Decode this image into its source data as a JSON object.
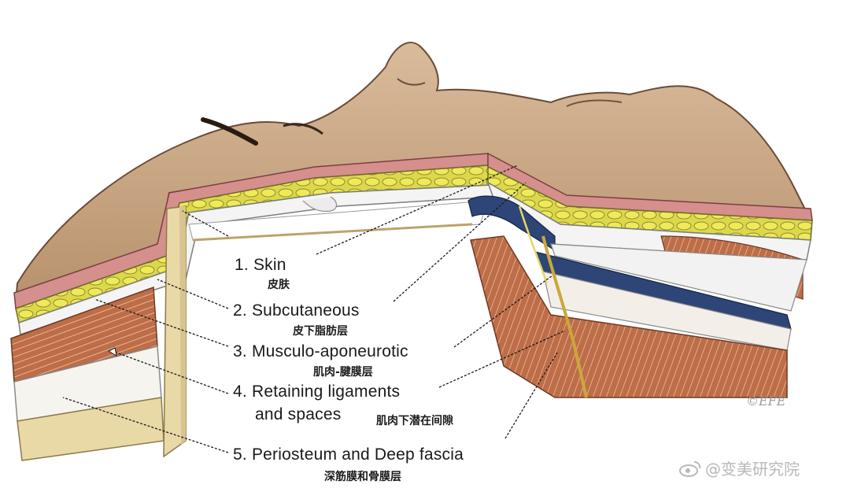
{
  "labels": [
    {
      "en": "1. Skin",
      "zh": "皮肤"
    },
    {
      "en": "2. Subcutaneous",
      "zh": "皮下脂肪层"
    },
    {
      "en": "3. Musculo-aponeurotic",
      "zh": "肌肉-腱膜层"
    },
    {
      "en": "4. Retaining ligaments",
      "en2": "and spaces",
      "zh": "肌肉下潜在间隙"
    },
    {
      "en": "5. Periosteum and Deep fascia",
      "zh": "深筋膜和骨膜层"
    }
  ],
  "copyright": "©EFE",
  "watermark": "@变美研究院",
  "colors": {
    "skin_surface": "#c9a98a",
    "skin_layer": "#d58f8c",
    "fat": "#e6e14a",
    "muscle": "#b86a45",
    "fascia": "#2e4677",
    "bone": "#e8d6a6"
  }
}
